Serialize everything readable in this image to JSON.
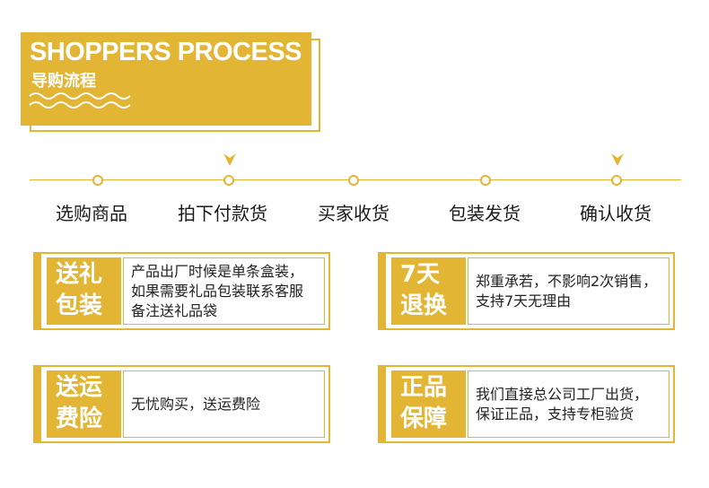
{
  "header": {
    "title": "SHOPPERS PROCESS",
    "subtitle": "导购流程"
  },
  "steps": [
    {
      "label": "选购商品"
    },
    {
      "label": "拍下付款货"
    },
    {
      "label": "买家收货"
    },
    {
      "label": "包装发货"
    },
    {
      "label": "确认收货"
    }
  ],
  "cards": [
    {
      "head1": "送礼",
      "head2": "包装",
      "text": "产品出厂时候是单条盒装，如果需要礼品包装联系客服备注送礼品袋"
    },
    {
      "head1": "7天",
      "head2": "退换",
      "text": "郑重承若，不影响2次销售，支持7天无理由"
    },
    {
      "head1": "送运",
      "head2": "费险",
      "text": "无忧购买，送运费险"
    },
    {
      "head1": "正品",
      "head2": "保障",
      "text": "我们直接总公司工厂出货，保证正品，支持专柜验货"
    }
  ],
  "colors": {
    "accent": "#e2b634",
    "text": "#1a1a1a"
  }
}
